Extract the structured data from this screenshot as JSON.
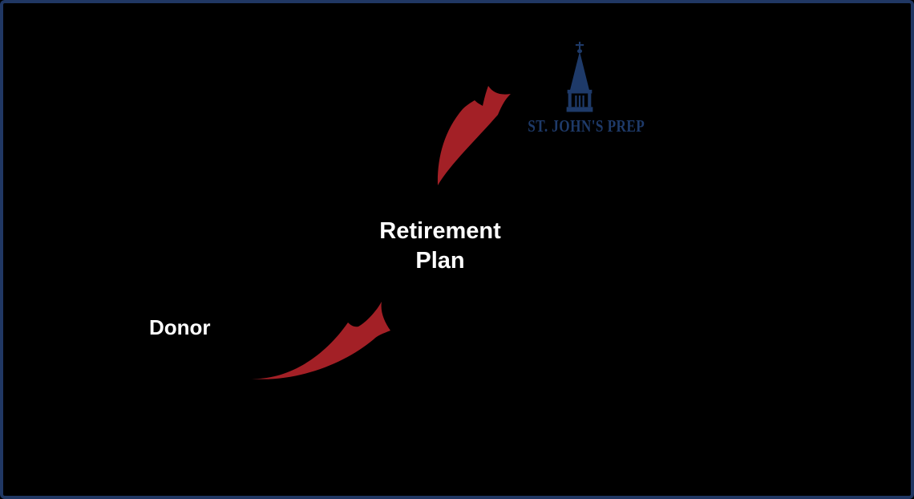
{
  "diagram": {
    "labels": {
      "donor": "Donor",
      "retirement_plan": "Retirement\nPlan"
    },
    "logo": {
      "org_name": "ST. JOHN'S PREP",
      "icon": "steeple-icon"
    },
    "arrows": [
      {
        "name": "donor-to-retirement-plan",
        "style": "curved-swoosh",
        "direction": "up-right"
      },
      {
        "name": "retirement-plan-to-school",
        "style": "curved-swoosh",
        "direction": "up-right"
      }
    ],
    "colors": {
      "background": "#000000",
      "border_navy": "#203763",
      "logo_navy": "#1e3a69",
      "arrow_red": "#a32026",
      "label_white": "#ffffff"
    }
  }
}
